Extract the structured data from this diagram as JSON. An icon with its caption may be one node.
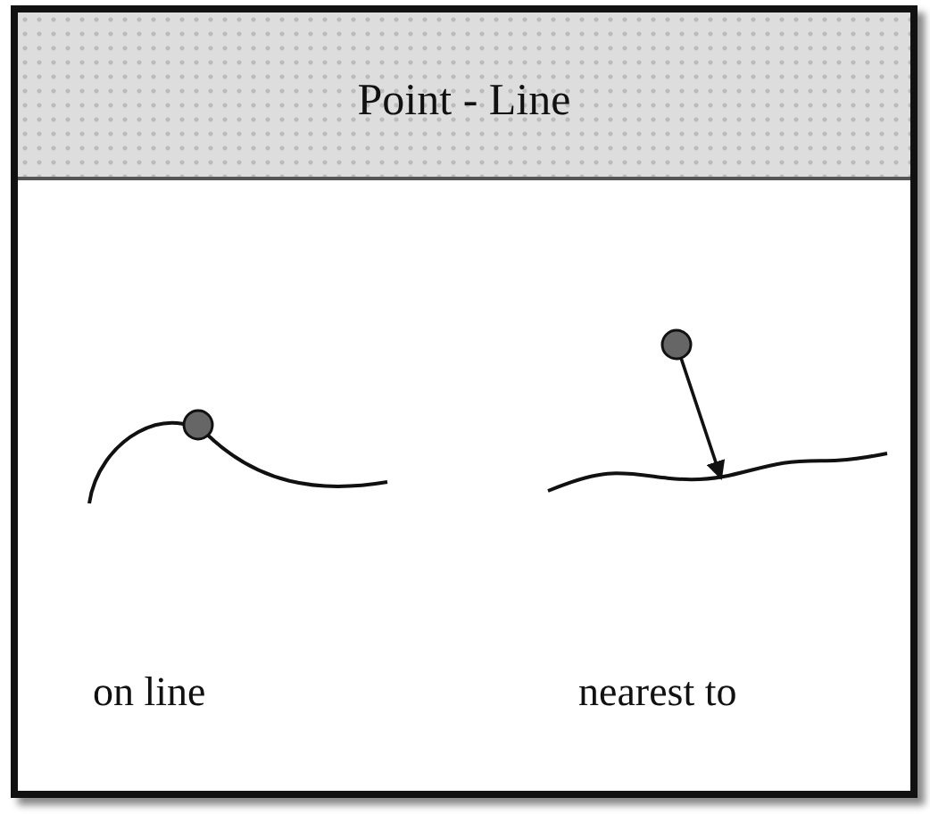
{
  "diagram": {
    "title": "Point - Line",
    "nodes": [
      {
        "text": [],
        "shape": "circle"
      },
      {
        "text": [],
        "shape": "curve"
      }
    ],
    "edges": [
      {
        "from": 0,
        "to": 1,
        "arrow": "to"
      }
    ],
    "labels": [
      "on line",
      "nearest to"
    ]
  }
}
